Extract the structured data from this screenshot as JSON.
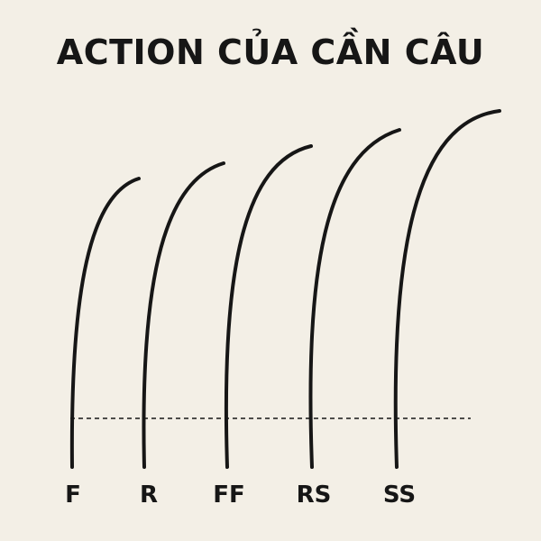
{
  "title": "ACTION CỦA CẦN CÂU",
  "colors": {
    "background": "#f3efe6",
    "ink": "#161616"
  },
  "rods": [
    {
      "label": "F"
    },
    {
      "label": "R"
    },
    {
      "label": "FF"
    },
    {
      "label": "RS"
    },
    {
      "label": "SS"
    }
  ]
}
